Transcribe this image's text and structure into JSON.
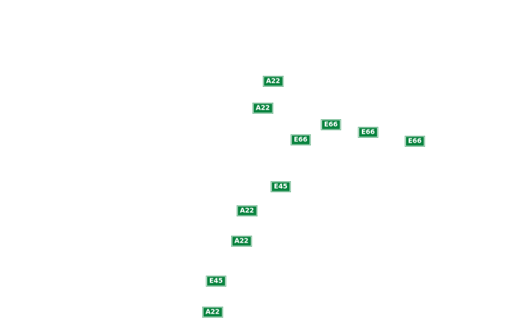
{
  "map": {
    "shield_color": "#0b8440",
    "road_labels": [
      {
        "ref": "A22"
      },
      {
        "ref": "A22"
      },
      {
        "ref": "E66"
      },
      {
        "ref": "E66"
      },
      {
        "ref": "E66"
      },
      {
        "ref": "E66"
      },
      {
        "ref": "E45"
      },
      {
        "ref": "A22"
      },
      {
        "ref": "A22"
      },
      {
        "ref": "E45"
      },
      {
        "ref": "A22"
      }
    ]
  }
}
